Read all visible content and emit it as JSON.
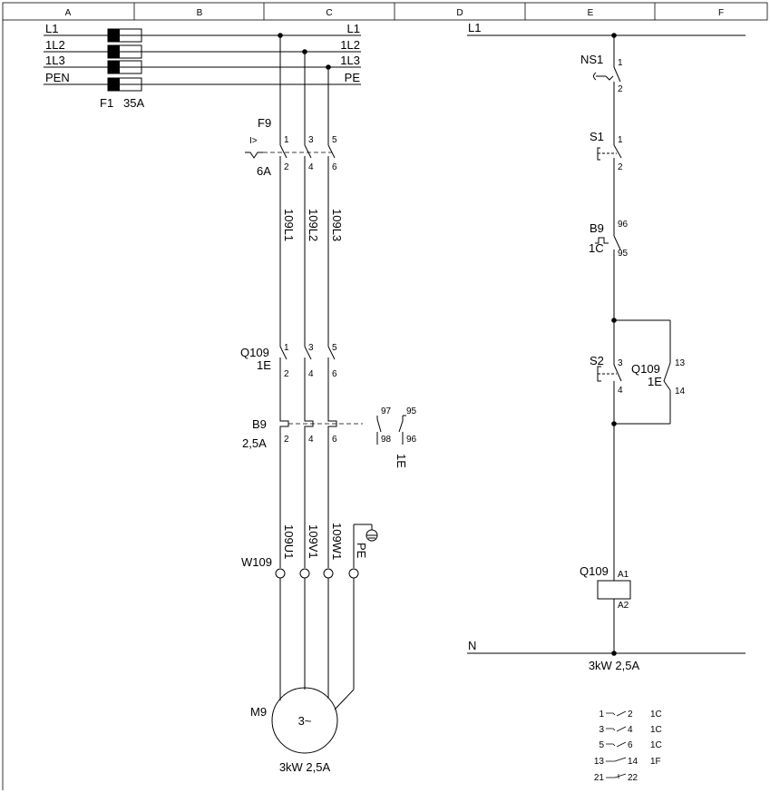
{
  "grid": {
    "columns": [
      "A",
      "B",
      "C",
      "D",
      "E",
      "F"
    ]
  },
  "power": {
    "bus_left": [
      "L1",
      "1L2",
      "1L3",
      "PEN"
    ],
    "bus_right": [
      "L1",
      "1L2",
      "1L3",
      "PE"
    ],
    "main_fuse": {
      "tag": "F1",
      "rating": "35A"
    },
    "breaker": {
      "tag": "F9",
      "symbol": "I>",
      "rating": "6A",
      "terminals_top": [
        "1",
        "3",
        "5"
      ],
      "terminals_bottom": [
        "2",
        "4",
        "6"
      ]
    },
    "wires_top": [
      "109L1",
      "109L2",
      "109L3"
    ],
    "contactor": {
      "tag": "Q109",
      "ref": "1E",
      "terminals_top": [
        "1",
        "3",
        "5"
      ],
      "terminals_bottom": [
        "2",
        "4",
        "6"
      ]
    },
    "overload": {
      "tag": "B9",
      "rating": "2,5A",
      "terminals_bottom": [
        "2",
        "4",
        "6"
      ],
      "aux_nc": "97",
      "aux_nc2": "98",
      "aux_no": "95",
      "aux_no2": "96",
      "aux_ref": "1E"
    },
    "wires_bottom": [
      "109U1",
      "109V1",
      "109W1"
    ],
    "pe_label": "PE",
    "terminal_block": "W109",
    "motor": {
      "tag": "M9",
      "symbol": "3~",
      "rating": "3kW 2,5A"
    }
  },
  "control": {
    "bus_top": "L1",
    "bus_bottom": "N",
    "estop": {
      "tag": "NS1",
      "t1": "1",
      "t2": "2"
    },
    "stop": {
      "tag": "S1",
      "t1": "1",
      "t2": "2"
    },
    "overload_contact": {
      "tag": "B9",
      "ref": "1C",
      "t1": "96",
      "t2": "95"
    },
    "start": {
      "tag": "S2",
      "t1": "3",
      "t2": "4"
    },
    "holding": {
      "tag": "Q109",
      "ref": "1E",
      "t1": "13",
      "t2": "14"
    },
    "coil": {
      "tag": "Q109",
      "a1": "A1",
      "a2": "A2"
    },
    "rating": "3kW 2,5A"
  },
  "contact_table": [
    {
      "left": "1",
      "right": "2",
      "ref": "1C"
    },
    {
      "left": "3",
      "right": "4",
      "ref": "1C"
    },
    {
      "left": "5",
      "right": "6",
      "ref": "1C"
    },
    {
      "left": "13",
      "right": "14",
      "ref": "1F"
    },
    {
      "left": "21",
      "right": "22",
      "ref": ""
    }
  ]
}
